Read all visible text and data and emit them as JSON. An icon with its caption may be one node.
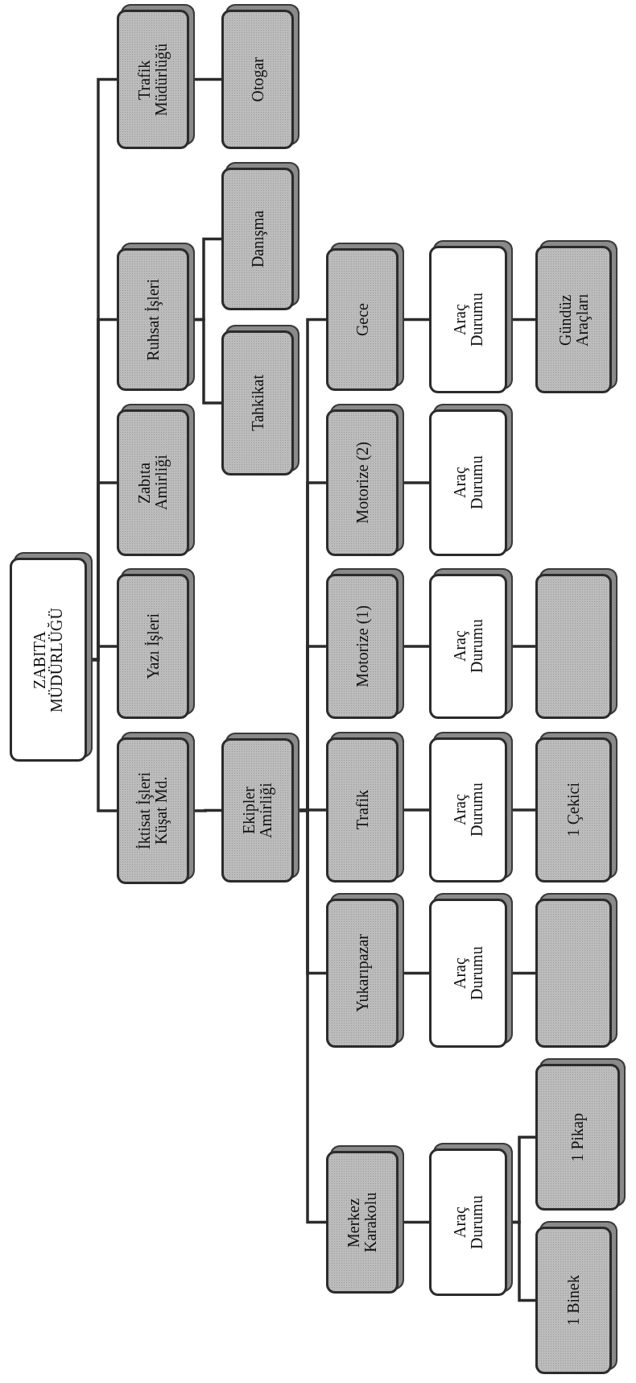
{
  "diagram": {
    "nodes": [
      {
        "text": [
          "ZABITA MÜDÜRLÜĞÜ"
        ]
      },
      {
        "text": [
          "İktisat İşleri Küşat Md."
        ]
      },
      {
        "text": [
          "Yazı İşleri"
        ]
      },
      {
        "text": [
          "Zabıta Amirliği"
        ]
      },
      {
        "text": [
          "Ruhsat İşleri"
        ]
      },
      {
        "text": [
          "Trafik Müdürlüğü"
        ]
      },
      {
        "text": [
          "Ekipler Amirliği"
        ]
      },
      {
        "text": [
          "Tahkikat"
        ]
      },
      {
        "text": [
          "Danışma"
        ]
      },
      {
        "text": [
          "Otogar"
        ]
      },
      {
        "text": [
          "Merkez Karakolu"
        ]
      },
      {
        "text": [
          "Yukarıpazar"
        ]
      },
      {
        "text": [
          "Trafik"
        ]
      },
      {
        "text": [
          "Motorize (1)"
        ]
      },
      {
        "text": [
          "Motorize (2)"
        ]
      },
      {
        "text": [
          "Gece"
        ]
      },
      {
        "text": [
          "Araç Durumu"
        ]
      },
      {
        "text": [
          "Araç Durumu"
        ]
      },
      {
        "text": [
          "Araç Durumu"
        ]
      },
      {
        "text": [
          "Araç Durumu"
        ]
      },
      {
        "text": [
          "Araç Durumu"
        ]
      },
      {
        "text": [
          "Araç Durumu"
        ]
      },
      {
        "text": [
          "1 Binek"
        ]
      },
      {
        "text": [
          "1 Pikap"
        ]
      },
      {
        "text": [],
        "shape": "box"
      },
      {
        "text": [
          "1 Çekici"
        ]
      },
      {
        "text": [],
        "shape": "box"
      },
      {
        "text": [
          "Gündüz Araçları"
        ]
      }
    ],
    "edges": [
      {
        "from": 0,
        "to": 1,
        "arrow": "none"
      },
      {
        "from": 0,
        "to": 2,
        "arrow": "none"
      },
      {
        "from": 0,
        "to": 3,
        "arrow": "none"
      },
      {
        "from": 0,
        "to": 4,
        "arrow": "none"
      },
      {
        "from": 0,
        "to": 5,
        "arrow": "none"
      },
      {
        "from": 1,
        "to": 6,
        "arrow": "none"
      },
      {
        "from": 4,
        "to": 7,
        "arrow": "none"
      },
      {
        "from": 4,
        "to": 8,
        "arrow": "none"
      },
      {
        "from": 5,
        "to": 9,
        "arrow": "none"
      },
      {
        "from": 6,
        "to": 10,
        "arrow": "none"
      },
      {
        "from": 6,
        "to": 11,
        "arrow": "none"
      },
      {
        "from": 6,
        "to": 12,
        "arrow": "none"
      },
      {
        "from": 6,
        "to": 13,
        "arrow": "none"
      },
      {
        "from": 6,
        "to": 14,
        "arrow": "none"
      },
      {
        "from": 6,
        "to": 15,
        "arrow": "none"
      },
      {
        "from": 10,
        "to": 16,
        "arrow": "none"
      },
      {
        "from": 11,
        "to": 17,
        "arrow": "none"
      },
      {
        "from": 12,
        "to": 18,
        "arrow": "none"
      },
      {
        "from": 13,
        "to": 19,
        "arrow": "none"
      },
      {
        "from": 14,
        "to": 20,
        "arrow": "none"
      },
      {
        "from": 15,
        "to": 21,
        "arrow": "none"
      },
      {
        "from": 16,
        "to": 22,
        "arrow": "none"
      },
      {
        "from": 16,
        "to": 23,
        "arrow": "none"
      },
      {
        "from": 17,
        "to": 26,
        "arrow": "none"
      },
      {
        "from": 18,
        "to": 25,
        "arrow": "none"
      },
      {
        "from": 19,
        "to": 24,
        "arrow": "none"
      },
      {
        "from": 21,
        "to": 27,
        "arrow": "none"
      }
    ]
  }
}
